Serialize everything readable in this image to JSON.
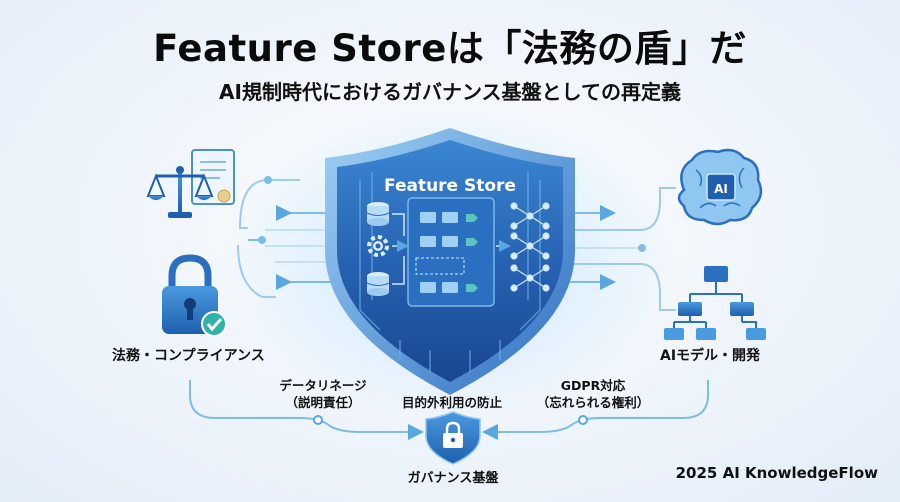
{
  "title": "Feature Storeは「法務の盾」だ",
  "subtitle": "AI規制時代におけるガバナンス基盤としての再定義",
  "shield": {
    "label": "Feature Store",
    "ai_chip": "AI"
  },
  "left_label": "法務・コンプライアンス",
  "right_label": "AIモデル・開発",
  "bottom": {
    "lineage_line1": "データリネージ",
    "lineage_line2": "（説明責任）",
    "purpose": "目的外利用の防止",
    "gdpr_line1": "GDPR対応",
    "gdpr_line2": "（忘れられる権利）",
    "governance": "ガバナンス基盤"
  },
  "credit": "2025 AI KnowledgeFlow",
  "colors": {
    "shield_dark": "#1f4f95",
    "shield_light": "#3f8fd8",
    "accent": "#2f7fd0",
    "line": "#6fb3e6",
    "check": "#2fb3a8"
  }
}
